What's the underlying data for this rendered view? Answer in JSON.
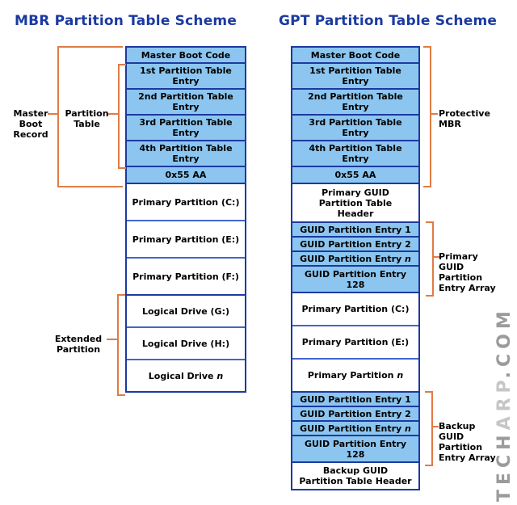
{
  "titles": {
    "mbr": "MBR Partition Table Scheme",
    "gpt": "GPT Partition Table Scheme"
  },
  "watermark": {
    "tech": "TECH",
    "arp": "ARP",
    "com": ".COM"
  },
  "colors": {
    "title_text": "#1b3aa0",
    "navy_border": "#1c3aa0",
    "cell_fill_blue": "#8cc6f0",
    "white_separator": "#4465cc",
    "bracket_orange": "#e07b45",
    "watermark_dark": "#9b9b9b",
    "watermark_light": "#c6c6c6"
  },
  "mbr_diagram": {
    "side_labels": [
      {
        "id": "master-boot-record",
        "text": "Master\nBoot\nRecord"
      },
      {
        "id": "partition-table",
        "text": "Partition\nTable"
      },
      {
        "id": "extended-partition",
        "text": "Extended\nPartition"
      }
    ],
    "sections": [
      {
        "style": "blue",
        "rows": [
          {
            "text": "Master Boot Code",
            "h": 18
          },
          {
            "text": "1st Partition Table\nEntry",
            "h": 30
          },
          {
            "text": "2nd Partition Table\nEntry",
            "h": 30
          },
          {
            "text": "3rd Partition Table\nEntry",
            "h": 30
          },
          {
            "text": "4th Partition Table\nEntry",
            "h": 30
          },
          {
            "text": "0x55 AA",
            "h": 19
          }
        ]
      },
      {
        "style": "white",
        "rows": [
          {
            "text": "Primary Partition (C:)",
            "h": 44
          },
          {
            "text": "Primary Partition (E:)",
            "h": 44
          },
          {
            "text": "Primary Partition (F:)",
            "h": 44
          }
        ]
      },
      {
        "style": "group",
        "rows": [
          {
            "text": "Logical Drive (G:)",
            "h": 38
          },
          {
            "text": "Logical Drive (H:)",
            "h": 38
          },
          {
            "text": "Logical Drive n",
            "italic_n": true,
            "h": 38
          }
        ]
      }
    ]
  },
  "gpt_diagram": {
    "side_labels": [
      {
        "id": "protective-mbr",
        "text": "Protective\nMBR"
      },
      {
        "id": "primary-guid-array",
        "text": "Primary\nGUID\nPartition\nEntry Array"
      },
      {
        "id": "backup-guid-array",
        "text": "Backup\nGUID\nPartition\nEntry Array"
      }
    ],
    "sections": [
      {
        "style": "blue",
        "rows": [
          {
            "text": "Master Boot Code",
            "h": 18
          },
          {
            "text": "1st Partition Table\nEntry",
            "h": 30
          },
          {
            "text": "2nd Partition Table\nEntry",
            "h": 30
          },
          {
            "text": "3rd Partition Table\nEntry",
            "h": 30
          },
          {
            "text": "4th Partition Table\nEntry",
            "h": 30
          },
          {
            "text": "0x55 AA",
            "h": 19
          }
        ]
      },
      {
        "style": "white",
        "rows": [
          {
            "text": "Primary GUID\nPartition Table\nHeader",
            "h": 46
          }
        ]
      },
      {
        "style": "blue",
        "rows": [
          {
            "text": "GUID Partition Entry 1",
            "h": 16
          },
          {
            "text": "GUID Partition Entry 2",
            "h": 16
          },
          {
            "text": "GUID Partition Entry n",
            "italic_n": true,
            "h": 16
          },
          {
            "text": "GUID Partition Entry\n128",
            "h": 31
          }
        ]
      },
      {
        "style": "white",
        "rows": [
          {
            "text": "Primary Partition (C:)",
            "h": 39
          },
          {
            "text": "Primary Partition (E:)",
            "h": 39
          },
          {
            "text": "Primary Partition n",
            "italic_n": true,
            "h": 39
          }
        ]
      },
      {
        "style": "blue",
        "rows": [
          {
            "text": "GUID Partition Entry 1",
            "h": 16
          },
          {
            "text": "GUID Partition Entry 2",
            "h": 16
          },
          {
            "text": "GUID Partition Entry n",
            "italic_n": true,
            "h": 16
          },
          {
            "text": "GUID Partition Entry\n128",
            "h": 31
          }
        ]
      },
      {
        "style": "white",
        "rows": [
          {
            "text": "Backup GUID\nPartition Table Header",
            "h": 32
          }
        ]
      }
    ]
  }
}
